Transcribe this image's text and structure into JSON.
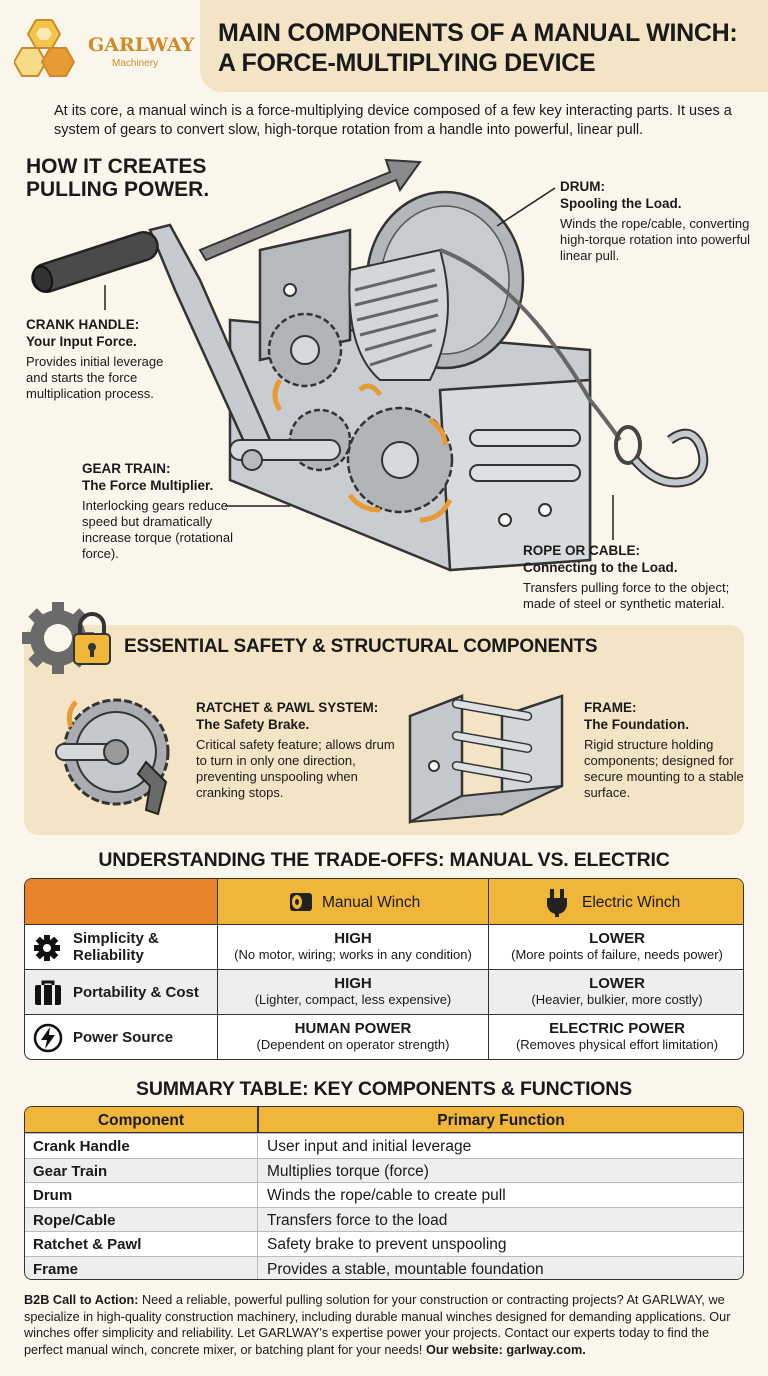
{
  "brand": {
    "name": "GARLWAY",
    "tagline": "Machinery"
  },
  "title": {
    "line1": "MAIN COMPONENTS OF A MANUAL WINCH:",
    "line2": "A FORCE-MULTIPLYING DEVICE"
  },
  "intro": "At its core, a manual winch is a force-multiplying device composed of a few key interacting parts. It uses a system of gears to convert slow, high-torque rotation from a handle into powerful, linear pull.",
  "how_it": "HOW IT CREATES PULLING POWER.",
  "callouts": {
    "drum": {
      "title": "DRUM:",
      "sub": "Spooling the Load.",
      "text": "Winds the rope/cable, converting high-torque rotation into powerful linear pull."
    },
    "crank": {
      "title": "CRANK HANDLE:",
      "sub": "Your Input Force.",
      "text": "Provides initial leverage and starts the force multiplication process."
    },
    "gear": {
      "title": "GEAR TRAIN:",
      "sub": "The Force Multiplier.",
      "text": "Interlocking gears reduce speed but dramatically increase torque (rotational force)."
    },
    "rope": {
      "title": "ROPE OR CABLE:",
      "sub": "Connecting to the Load.",
      "text": "Transfers pulling force to the object; made of steel or synthetic material."
    }
  },
  "safety": {
    "title": "ESSENTIAL SAFETY & STRUCTURAL COMPONENTS",
    "ratchet": {
      "title": "RATCHET & PAWL SYSTEM:",
      "sub": "The Safety Brake.",
      "text": "Critical safety feature; allows drum to turn in only one direction, preventing unspooling when cranking stops."
    },
    "frame": {
      "title": "FRAME:",
      "sub": "The Foundation.",
      "text": "Rigid structure holding components; designed for secure mounting to a stable surface."
    }
  },
  "comparison": {
    "title": "UNDERSTANDING THE TRADE-OFFS: MANUAL VS. ELECTRIC",
    "col_manual": "Manual Winch",
    "col_electric": "Electric Winch",
    "rows": [
      {
        "label": "Simplicity & Reliability",
        "icon": "gear-icon",
        "manual_main": "HIGH",
        "manual_sub": "(No motor, wiring; works in any condition)",
        "electric_main": "LOWER",
        "electric_sub": "(More points of failure, needs power)"
      },
      {
        "label": "Portability & Cost",
        "icon": "briefcase-icon",
        "manual_main": "HIGH",
        "manual_sub": "(Lighter, compact, less expensive)",
        "electric_main": "LOWER",
        "electric_sub": "(Heavier, bulkier, more costly)"
      },
      {
        "label": "Power Source",
        "icon": "lightning-icon",
        "manual_main": "HUMAN POWER",
        "manual_sub": "(Dependent on operator strength)",
        "electric_main": "ELECTRIC POWER",
        "electric_sub": "(Removes physical effort limitation)"
      }
    ]
  },
  "summary": {
    "title": "SUMMARY TABLE: KEY COMPONENTS & FUNCTIONS",
    "header": [
      "Component",
      "Primary Function"
    ],
    "rows": [
      [
        "Crank Handle",
        "User input and initial leverage"
      ],
      [
        "Gear Train",
        "Multiplies torque (force)"
      ],
      [
        "Drum",
        "Winds the rope/cable to create pull"
      ],
      [
        "Rope/Cable",
        "Transfers force to the load"
      ],
      [
        "Ratchet & Pawl",
        "Safety brake to prevent unspooling"
      ],
      [
        "Frame",
        "Provides a stable, mountable foundation"
      ]
    ]
  },
  "cta": {
    "label": "B2B Call to Action:",
    "text": " Need a reliable, powerful pulling solution for your construction or contracting projects? At GARLWAY, we specialize in high-quality construction machinery, including durable manual winches designed for demanding applications. Our winches offer simplicity and reliability. Let GARLWAY's expertise power your projects. Contact our experts today to find the perfect manual winch, concrete mixer, or batching plant for your needs! ",
    "website": "Our website: garlway.com."
  },
  "colors": {
    "accent": "#f0b63a",
    "orange": "#e8832a",
    "band": "#f4e4c6",
    "background": "#faf6ec"
  }
}
